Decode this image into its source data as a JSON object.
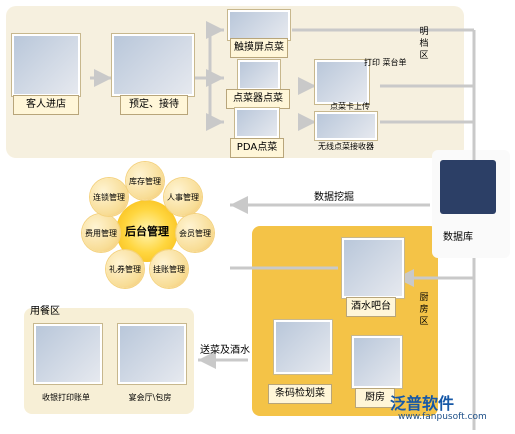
{
  "top": {
    "nodes": [
      {
        "label": "客人进店"
      },
      {
        "label": "预定、接待"
      }
    ],
    "devices": [
      {
        "label": "触摸屏点菜"
      },
      {
        "label": "点菜器点菜"
      },
      {
        "label": "PDA点菜"
      }
    ],
    "right_devices": [
      {
        "label": "打印\n菜台单"
      },
      {
        "label": "点菜卡上传"
      },
      {
        "label": "无线点菜接收器"
      }
    ],
    "zone": "明档区"
  },
  "center": {
    "title": "后台管理",
    "items": [
      "库存管理",
      "人事管理",
      "会员管理",
      "挂账管理",
      "礼券管理",
      "费用管理",
      "连锁管理"
    ]
  },
  "mining": {
    "label": "数据挖掘"
  },
  "database": {
    "label": "数据库"
  },
  "kitchen_zone": {
    "zone": "厨房区",
    "items": [
      "酒水吧台",
      "条码检划菜",
      "厨房"
    ]
  },
  "dining_zone": {
    "zone": "用餐区",
    "items": [
      "收银打印账单",
      "宴会厅\\包房"
    ]
  },
  "delivery": {
    "label": "送菜及酒水"
  },
  "brand": {
    "name": "泛普软件",
    "site": "www.fanpusoft.com"
  }
}
